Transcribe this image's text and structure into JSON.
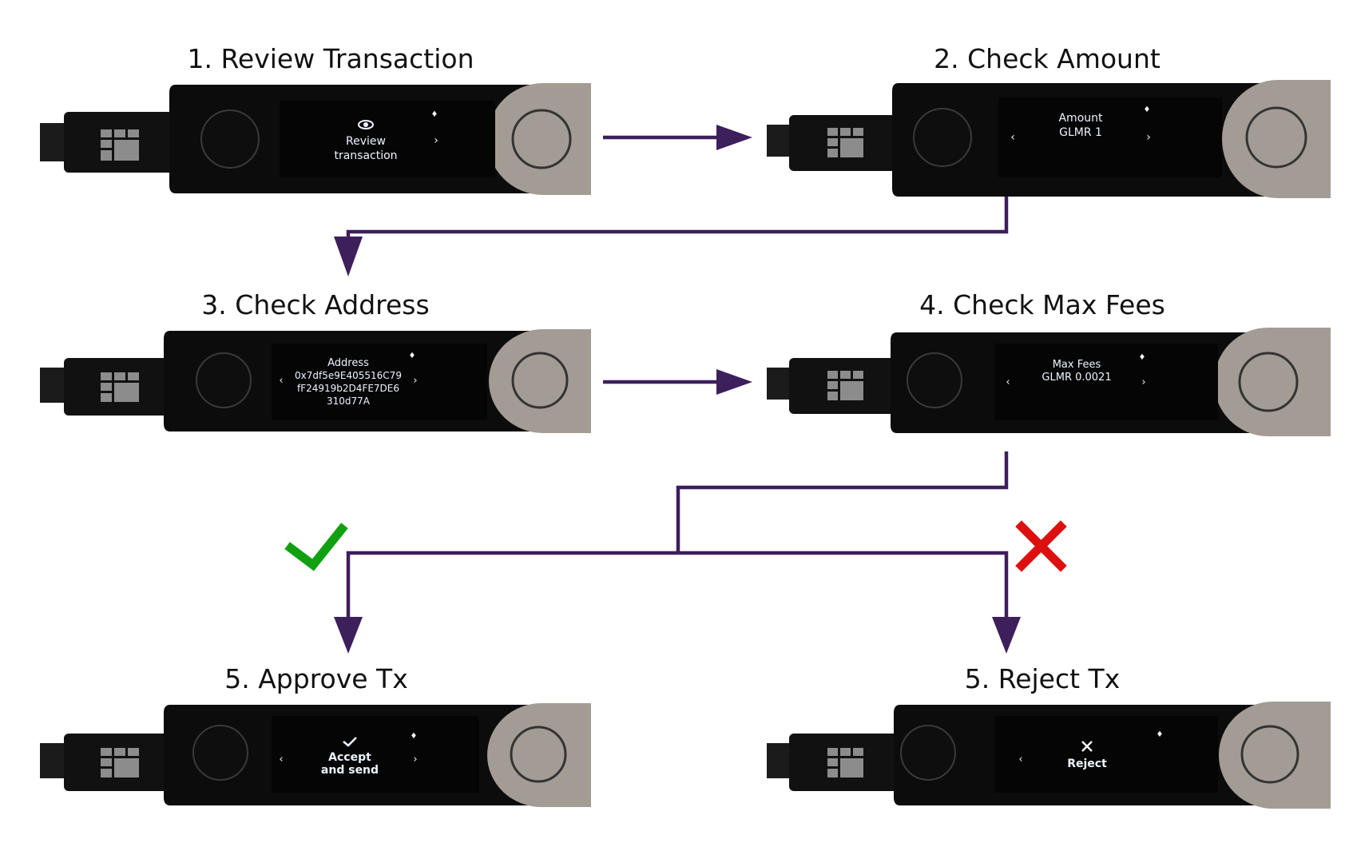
{
  "steps": {
    "review": {
      "title": "1. Review Transaction",
      "line1": "Review",
      "line2": "transaction",
      "glyph_icon": "eye-icon"
    },
    "amount": {
      "title": "2. Check Amount",
      "label": "Amount",
      "value": "GLMR 1"
    },
    "address": {
      "title": "3. Check Address",
      "label": "Address",
      "line1": "0x7df5e9E405516C79",
      "line2": "fF24919b2D4FE7DE6",
      "line3": "310d77A"
    },
    "fees": {
      "title": "4. Check Max Fees",
      "label": "Max Fees",
      "value": "GLMR 0.0021"
    },
    "approve": {
      "title": "5. Approve Tx",
      "line1": "Accept",
      "line2": "and send",
      "glyph_icon": "check-icon",
      "mark_icon": "green-checkmark-icon"
    },
    "reject": {
      "title": "5. Reject Tx",
      "line1": "Reject",
      "glyph_icon": "x-icon",
      "mark_icon": "red-cross-icon"
    }
  },
  "colors": {
    "arrow": "#3d1f5c",
    "check": "#10a010",
    "cross": "#dd1010",
    "device_body": "#0c0c0c",
    "swivel": "#a39c94"
  }
}
